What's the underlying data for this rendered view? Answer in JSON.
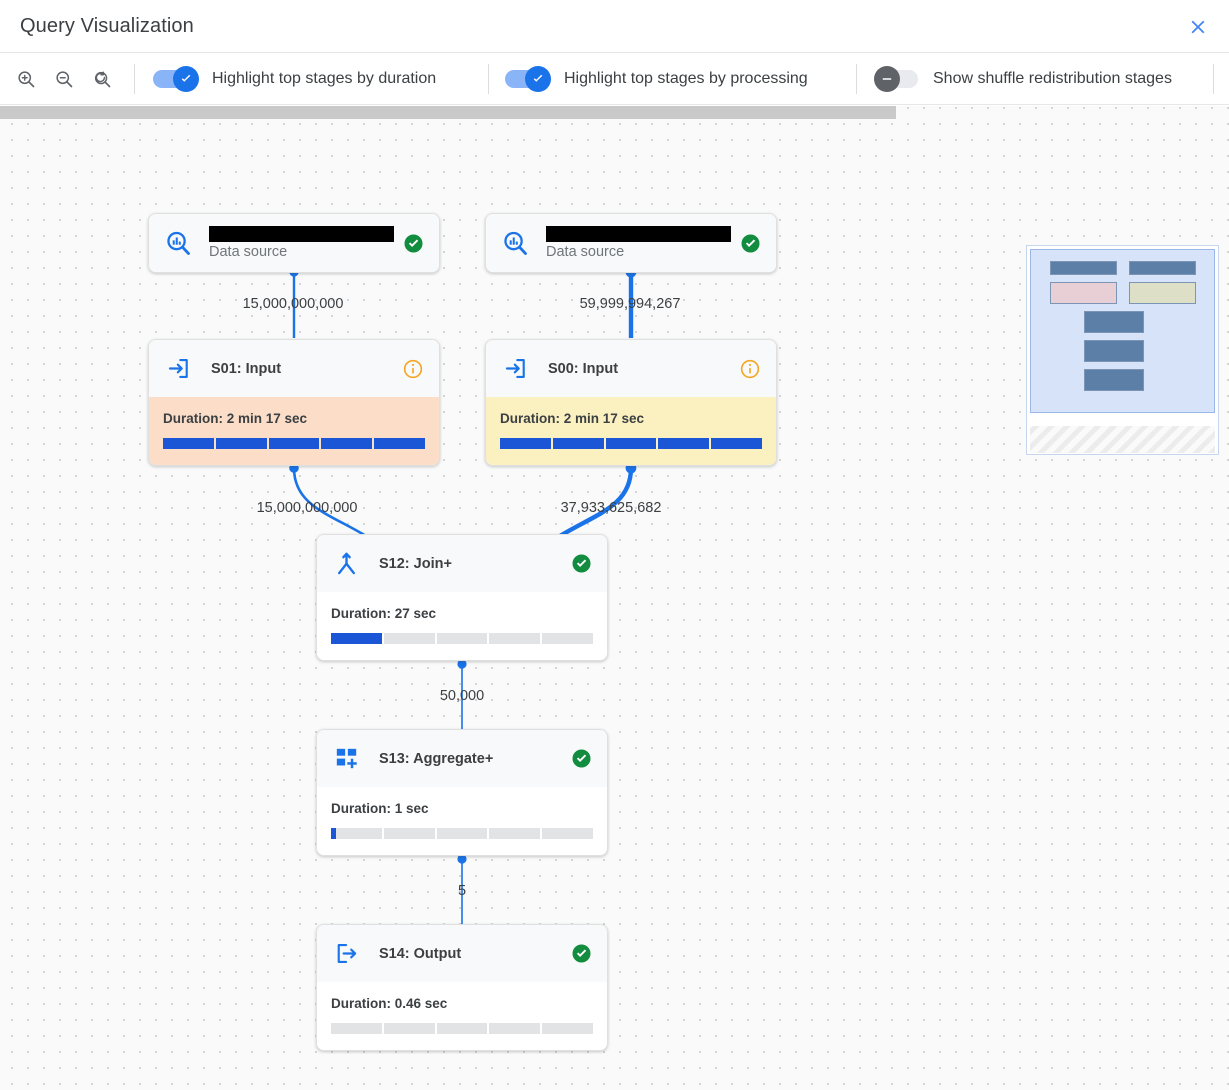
{
  "header": {
    "title": "Query Visualization",
    "close_icon": "close-icon"
  },
  "toolbar": {
    "zoom_in_icon": "zoom-in-icon",
    "zoom_out_icon": "zoom-out-icon",
    "zoom_reset_icon": "zoom-reset-icon",
    "toggles": [
      {
        "label": "Highlight top stages by duration",
        "state": "on",
        "icon": "check-icon"
      },
      {
        "label": "Highlight top stages by processing",
        "state": "on",
        "icon": "check-icon"
      },
      {
        "label": "Show shuffle redistribution stages",
        "state": "off",
        "icon": "minus-icon"
      }
    ]
  },
  "colors": {
    "accent_blue": "#1a73e8",
    "edge_blue": "#1a73e8",
    "status_green": "#128c3e",
    "status_warn_orange": "#f5a623",
    "duration_highlight_peach": "#fbddc8",
    "processing_highlight_yellow": "#fbf0c0",
    "bar_fill": "#1a56d6",
    "bar_track": "#e2e3e5"
  },
  "graph": {
    "nodes": [
      {
        "id": "ds-left",
        "kind": "datasource",
        "title_redacted": true,
        "subtitle": "Data source",
        "status_icon": "check-circle-icon",
        "type_icon": "data-source-search-icon"
      },
      {
        "id": "ds-right",
        "kind": "datasource",
        "title_redacted": true,
        "subtitle": "Data source",
        "status_icon": "check-circle-icon",
        "type_icon": "data-source-search-icon"
      },
      {
        "id": "s01",
        "kind": "stage",
        "title": "S01: Input",
        "duration": "Duration: 2 min 17 sec",
        "bar_percent": 100,
        "bar_segments": 5,
        "highlight": "peach",
        "status_icon": "info-icon",
        "type_icon": "input-arrow-icon"
      },
      {
        "id": "s00",
        "kind": "stage",
        "title": "S00: Input",
        "duration": "Duration: 2 min 17 sec",
        "bar_percent": 100,
        "bar_segments": 5,
        "highlight": "yellow",
        "status_icon": "info-icon",
        "type_icon": "input-arrow-icon"
      },
      {
        "id": "s12",
        "kind": "stage",
        "title": "S12: Join+",
        "duration": "Duration: 27 sec",
        "bar_percent": 20,
        "bar_segments": 5,
        "highlight": "white",
        "status_icon": "check-circle-icon",
        "type_icon": "join-merge-icon"
      },
      {
        "id": "s13",
        "kind": "stage",
        "title": "S13: Aggregate+",
        "duration": "Duration: 1 sec",
        "bar_percent": 2,
        "bar_segments": 5,
        "highlight": "white",
        "status_icon": "check-circle-icon",
        "type_icon": "aggregate-grid-plus-icon"
      },
      {
        "id": "s14",
        "kind": "stage",
        "title": "S14: Output",
        "duration": "Duration: 0.46 sec",
        "bar_percent": 0,
        "bar_segments": 5,
        "highlight": "white",
        "status_icon": "check-circle-icon",
        "type_icon": "output-arrow-icon"
      }
    ],
    "edges": [
      {
        "from": "ds-left",
        "to": "s01",
        "label": "15,000,000,000"
      },
      {
        "from": "ds-right",
        "to": "s00",
        "label": "59,999,994,267"
      },
      {
        "from": "s01",
        "to": "s12",
        "label": "15,000,000,000"
      },
      {
        "from": "s00",
        "to": "s12",
        "label": "37,933,625,682"
      },
      {
        "from": "s12",
        "to": "s13",
        "label": "50,000"
      },
      {
        "from": "s13",
        "to": "s14",
        "label": "5"
      }
    ]
  },
  "minimap": {
    "name": "graph-minimap"
  }
}
